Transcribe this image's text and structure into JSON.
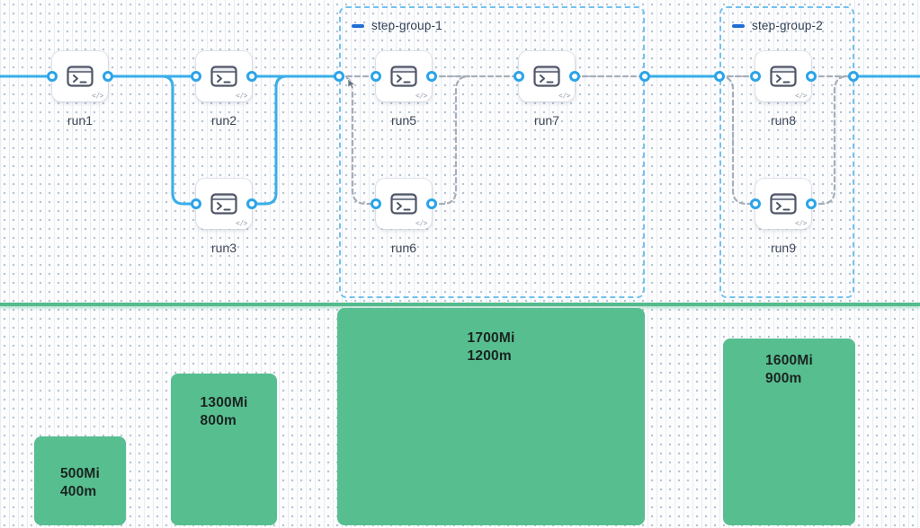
{
  "workflow": {
    "nodes": [
      {
        "id": "run1",
        "label": "run1"
      },
      {
        "id": "run2",
        "label": "run2"
      },
      {
        "id": "run3",
        "label": "run3"
      },
      {
        "id": "run5",
        "label": "run5"
      },
      {
        "id": "run6",
        "label": "run6"
      },
      {
        "id": "run7",
        "label": "run7"
      },
      {
        "id": "run8",
        "label": "run8"
      },
      {
        "id": "run9",
        "label": "run9"
      }
    ],
    "groups": [
      {
        "label": "step-group-1"
      },
      {
        "label": "step-group-2"
      }
    ],
    "node_badge_label": "</>"
  },
  "resources": {
    "bars": [
      {
        "memory": "500Mi",
        "cpu": "400m"
      },
      {
        "memory": "1300Mi",
        "cpu": "800m"
      },
      {
        "memory": "1700Mi",
        "cpu": "1200m"
      },
      {
        "memory": "1600Mi",
        "cpu": "900m"
      }
    ]
  },
  "colors": {
    "edge_active": "#38aeea",
    "edge_pending": "#a7aeb8",
    "port_ring": "#2ba4e8",
    "group_border": "#72c2ef",
    "group_dash_icon": "#1f6ed6",
    "bar_fill": "#57be90",
    "baseline": "#54bb8d"
  }
}
